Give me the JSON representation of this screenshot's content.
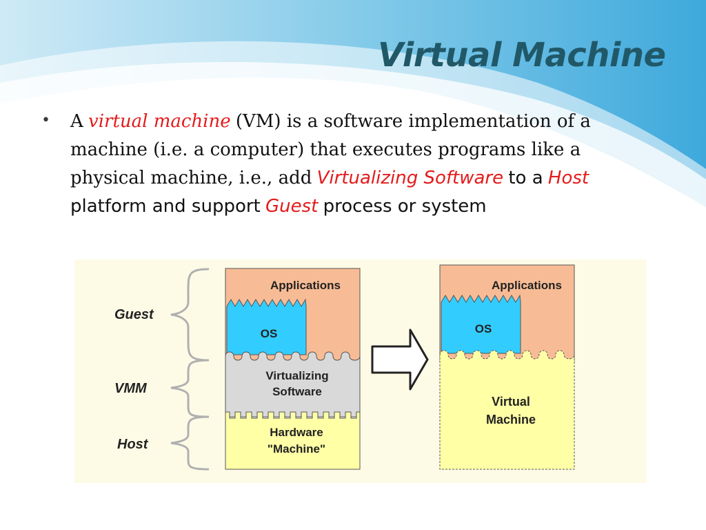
{
  "slide": {
    "title": "Virtual Machine",
    "bullet": {
      "a": "A",
      "vm_term": "virtual machine",
      "def_1": "(VM) is a software implementation of a machine (i.e. a computer) that executes programs like a physical machine, i.e., add",
      "virtualizing_software": "Virtualizing Software",
      "to_a": "to a",
      "host": "Host",
      "def_2": "platform and support",
      "guest": "Guest",
      "def_3": "process or system"
    }
  },
  "diagram": {
    "labels": {
      "guest": "Guest",
      "vmm": "VMM",
      "host": "Host"
    },
    "left_stack": {
      "applications": "Applications",
      "os": "OS",
      "virtualizing_line1": "Virtualizing",
      "virtualizing_line2": "Software",
      "hardware_line1": "Hardware",
      "hardware_line2": "\"Machine\""
    },
    "right_stack": {
      "applications": "Applications",
      "os": "OS",
      "vm_line1": "Virtual",
      "vm_line2": "Machine"
    },
    "colors": {
      "panel_bg": "#fdfbe6",
      "applications": "#f7bc95",
      "os": "#33ccff",
      "virtualizing_software": "#d9d9d9",
      "hardware": "#ffffa6",
      "title": "#215868",
      "highlight": "#e41b1b"
    },
    "icons": {
      "transform": "right-arrow-icon",
      "label_brace": "left-brace-icon"
    }
  }
}
